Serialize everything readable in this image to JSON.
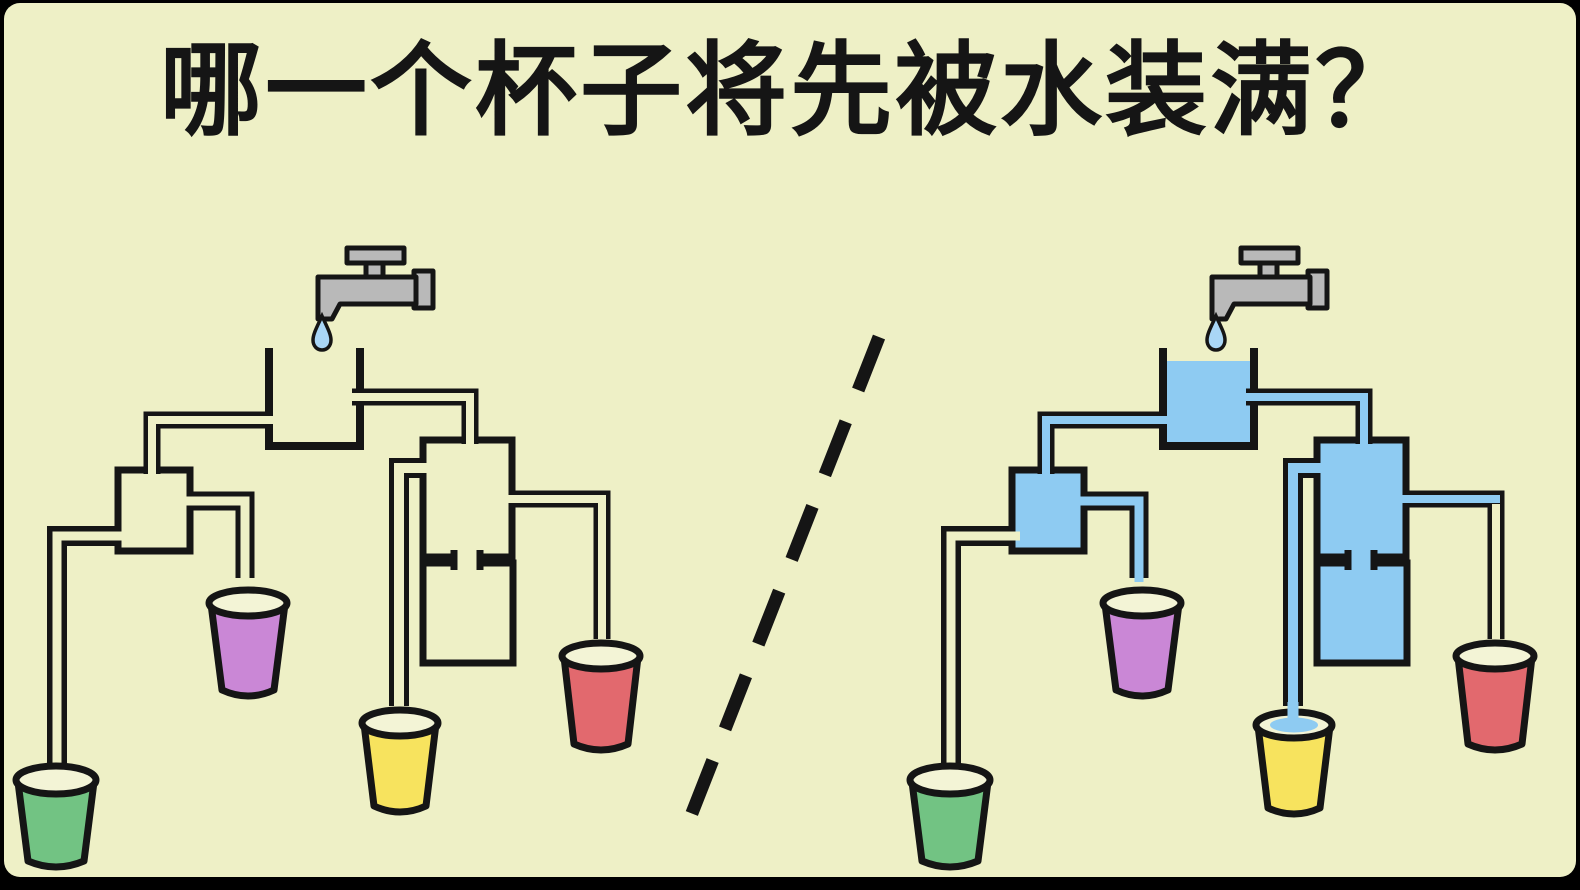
{
  "title": "哪一个杯子将先被水装满？",
  "colors": {
    "frame": "#000000",
    "bg": "#eef0c6",
    "line": "#151515",
    "water": "#8ecbf2",
    "drop": "#a9d6f6",
    "faucet": "#b9b9b9",
    "rim": "#f3f4d6",
    "green": "#72c383",
    "purple": "#ca87d6",
    "yellow": "#f7e35e",
    "red": "#e2696e"
  },
  "panels": {
    "left": {
      "state": "pipes-empty",
      "faucet": "dripping",
      "cups": [
        "green",
        "purple",
        "yellow",
        "red"
      ]
    },
    "right": {
      "state": "water-flowing",
      "faucet": "dripping",
      "water_pouring_into": "yellow-cup",
      "cups": [
        "green",
        "purple",
        "yellow",
        "red"
      ]
    }
  },
  "divider": "dashed-diagonal-line"
}
